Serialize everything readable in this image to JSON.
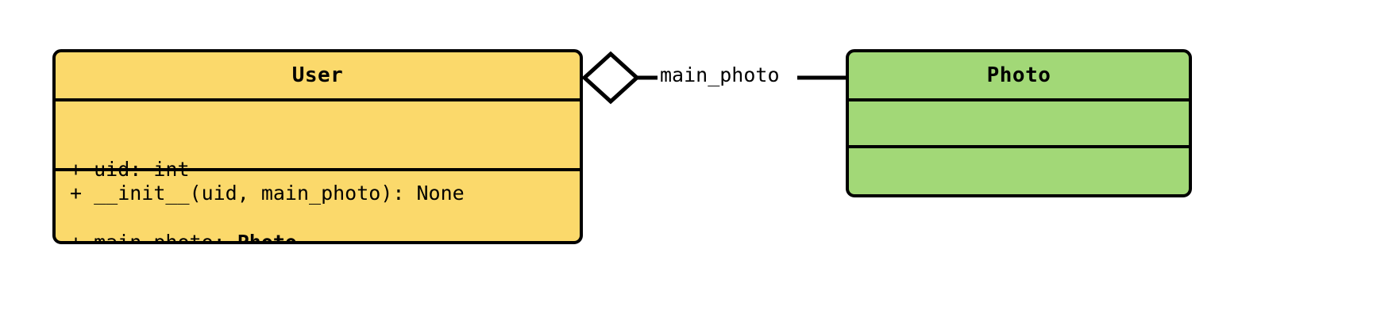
{
  "diagram": {
    "type": "uml-class-diagram",
    "background_color": "#ffffff",
    "classes": [
      {
        "id": "user",
        "name": "User",
        "fill_color": "#FBD96B",
        "border_color": "#000000",
        "attributes": [
          {
            "visibility": "+",
            "text": "+ uid: int",
            "name": "uid",
            "type": "int",
            "type_is_bold": false
          },
          {
            "visibility": "+",
            "prefix": "+ main_photo: ",
            "type": "Photo",
            "type_is_bold": true
          }
        ],
        "methods": [
          {
            "visibility": "+",
            "text": "+ __init__(uid, main_photo): None",
            "name": "__init__",
            "params": "uid, main_photo",
            "returns": "None"
          }
        ]
      },
      {
        "id": "photo",
        "name": "Photo",
        "fill_color": "#A2D877",
        "border_color": "#000000",
        "attributes": [],
        "methods": []
      }
    ],
    "relationships": [
      {
        "kind": "aggregation",
        "source": "User",
        "target": "Photo",
        "label": "main_photo",
        "source_decoration": "hollow-diamond",
        "target_decoration": "none",
        "line_color": "#000000"
      }
    ]
  }
}
